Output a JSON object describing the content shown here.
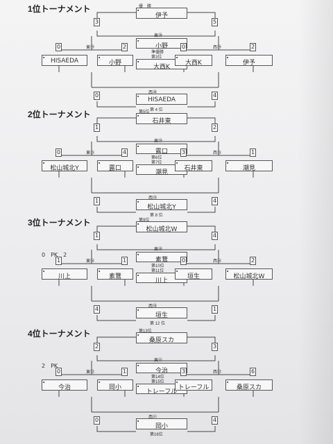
{
  "sections": [
    {
      "title": "1位トーナメント",
      "top_rank_label": "優　勝",
      "top_name": "伊予",
      "mid_name": "小野",
      "mid_rank_a": "準優勝",
      "mid_rank_b": "第3位",
      "mid2_name": "大西K",
      "bottom_name": "HISAEDA",
      "bottom_rank": "第 4 位",
      "final_label": "東⑳",
      "bottom_label": "西⑳",
      "east_label": "東⑲",
      "west_label": "西⑲",
      "left_outer": "HISAEDA",
      "left_inner": "小野",
      "right_inner": "大西K",
      "right_outer": "伊予",
      "score_tl": "3",
      "score_tr": "5",
      "score_e_l": "0",
      "score_e_r": "2",
      "score_w_l": "0",
      "score_w_r": "2",
      "score_bl": "0",
      "score_br": "4",
      "pk_note": ""
    },
    {
      "title": "2位トーナメント",
      "top_rank_label": "第5位",
      "top_name": "石井東",
      "mid_name": "露口",
      "mid_rank_a": "第6位",
      "mid_rank_b": "第7位",
      "mid2_name": "潮見",
      "bottom_name": "松山城北Y",
      "bottom_rank": "第 8 位",
      "final_label": "東⑲",
      "bottom_label": "西⑲",
      "east_label": "東⑮",
      "west_label": "西⑮",
      "left_outer": "松山城北Y",
      "left_inner": "露口",
      "right_inner": "石井東",
      "right_outer": "潮見",
      "score_tl": "1",
      "score_tr": "2",
      "score_e_l": "0",
      "score_e_r": "4",
      "score_w_l": "3",
      "score_w_r": "1",
      "score_bl": "1",
      "score_br": "4",
      "pk_note": ""
    },
    {
      "title": "3位トーナメント",
      "top_rank_label": "第9位",
      "top_name": "松山城北W",
      "mid_name": "素鵞",
      "mid_rank_a": "第10位",
      "mid_rank_b": "第11位",
      "mid2_name": "川上",
      "bottom_name": "垣生",
      "bottom_rank": "第 12 位",
      "final_label": "東⑱",
      "bottom_label": "西⑱",
      "east_label": "東⑭",
      "west_label": "西⑭",
      "left_outer": "川上",
      "left_inner": "素鵞",
      "right_inner": "垣生",
      "right_outer": "松山城北W",
      "score_tl": "1",
      "score_tr": "4",
      "score_e_l": "1",
      "score_e_r": "1",
      "score_w_l": "0",
      "score_w_r": "2",
      "score_bl": "4",
      "score_br": "1",
      "pk_note": "0　PK　2"
    },
    {
      "title": "4位トーナメント",
      "top_rank_label": "第13位",
      "top_name": "桑原スカ",
      "mid_name": "今治",
      "mid_rank_a": "第14位",
      "mid_rank_b": "第15位",
      "mid2_name": "トレーフル",
      "bottom_name": "岡小",
      "bottom_rank": "第16位",
      "final_label": "東⑰",
      "bottom_label": "西⑰",
      "east_label": "東⑬",
      "west_label": "西⑬",
      "left_outer": "今治",
      "left_inner": "岡小",
      "right_inner": "トレーフル",
      "right_outer": "桑原スカ",
      "score_tl": "2",
      "score_tr": "3",
      "score_e_l": "0",
      "score_e_r": "1",
      "score_w_l": "3",
      "score_w_r": "6",
      "score_bl": "0",
      "score_br": "4",
      "pk_note": "2　PK"
    }
  ]
}
